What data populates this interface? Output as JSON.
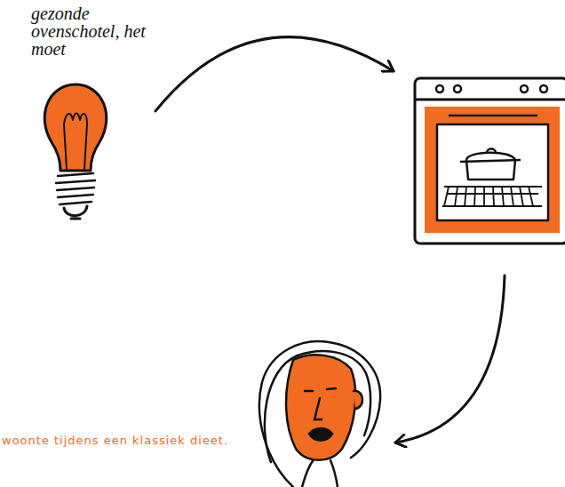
{
  "diagram": {
    "nodes": [
      {
        "text": [
          "gezonde ovenschotel, het moet"
        ]
      },
      {
        "text": []
      },
      {
        "text": []
      }
    ],
    "edges": [
      {
        "from": 0,
        "to": 1,
        "arrow": "to"
      },
      {
        "from": 1,
        "to": 2,
        "arrow": "to"
      }
    ],
    "labels": [
      "woonte tijdens een klassiek dieet."
    ]
  }
}
